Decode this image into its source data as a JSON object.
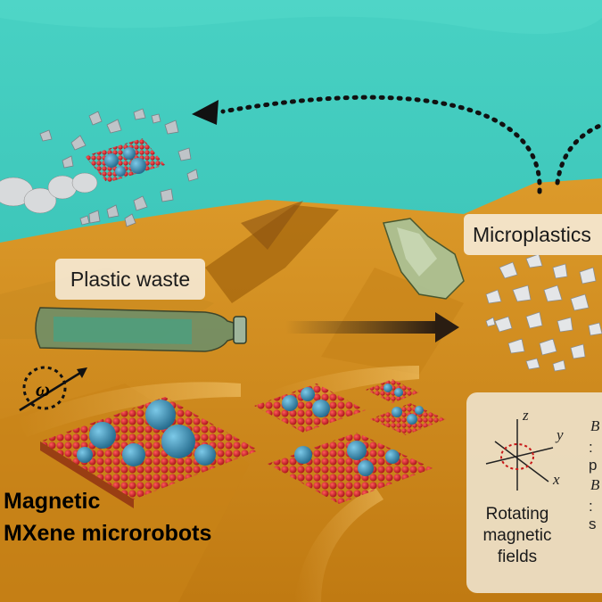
{
  "labels": {
    "plastic_waste": "Plastic waste",
    "microplastics": "Microplastics",
    "title_line1": "Magnetic",
    "title_line2": "MXene microrobots",
    "omega": "ω",
    "legend_caption_line1": "Rotating",
    "legend_caption_line2": "magnetic",
    "legend_caption_line3": "fields",
    "axis_z": "z",
    "axis_y": "y",
    "axis_x": "x",
    "mode1": "B",
    "mode1_sub": ": p",
    "mode2": "B",
    "mode2_sub": ": s"
  },
  "colors": {
    "water": "#3fc4b8",
    "sand": "#d6901e",
    "sphere": "#3d8fb3",
    "atom": "#d4212a",
    "panel": "#ecdec4"
  },
  "icons": [
    "circular-arrow-icon",
    "axes-icon",
    "plastic-bottle-icon",
    "crumpled-bottle-icon"
  ]
}
